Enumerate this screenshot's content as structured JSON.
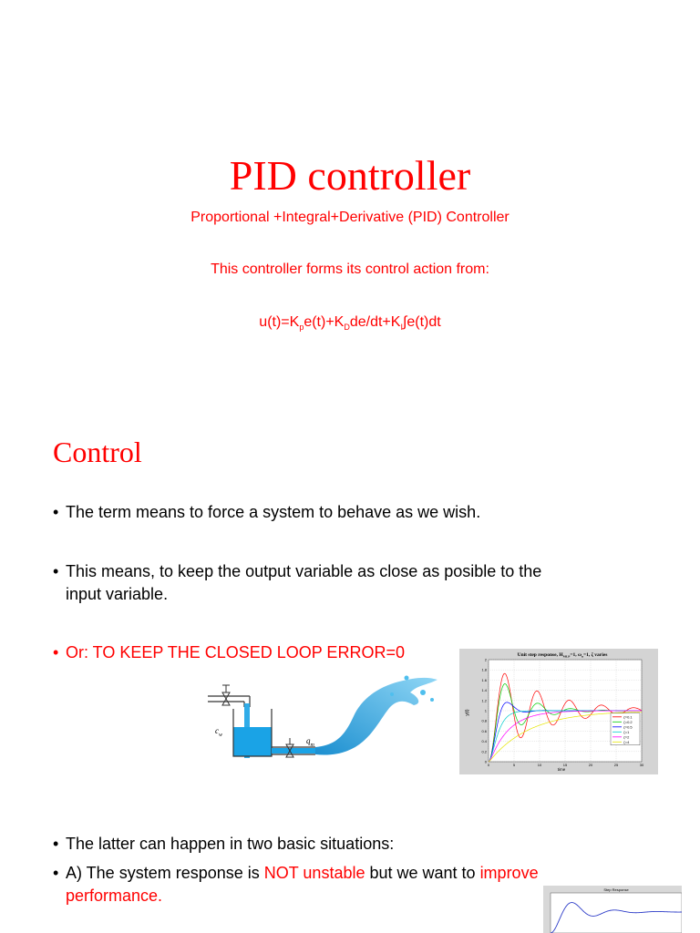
{
  "slide1": {
    "title": "PID controller",
    "subtitle": "Proportional +Integral+Derivative (PID) Controller",
    "description": "This controller forms its control action from:",
    "formula": {
      "p1": "u(t)=K",
      "s1": "p",
      "p2": "e(t)+K",
      "s2": "D",
      "p3": "de/dt+K",
      "s3": "I",
      "p4": "∫e(t)dt"
    }
  },
  "slide2": {
    "title": "Control",
    "bullets": [
      "The term means to force a system to behave as we wish.",
      "This means, to keep the output variable as close as posible to the",
      "input variable.",
      "Or: TO KEEP THE CLOSED LOOP ERROR=0"
    ],
    "tank_labels": {
      "inflow": "c",
      "inflow_sub": "w",
      "outflow": "q",
      "outflow_sub": "m"
    }
  },
  "chart_data": [
    {
      "type": "line",
      "title": "Unit step response, H",
      "title_sub": "MLP",
      "title_rest": "=1, ω",
      "title_sub2": "n",
      "title_end": "=1, ζ varies",
      "ylabel": "y(t)",
      "xlabel": "time",
      "ylim": [
        0,
        2
      ],
      "xlim": [
        0,
        30
      ],
      "yticks": [
        "0",
        "0.2",
        "0.4",
        "0.6",
        "0.8",
        "1",
        "1.2",
        "1.4",
        "1.6",
        "1.8",
        "2"
      ],
      "xticks": [
        "0",
        "5",
        "10",
        "15",
        "20",
        "25",
        "30"
      ],
      "grid": true,
      "legend_position": "bottom-right",
      "series": [
        {
          "name": "ζ=0.1",
          "zeta": 0.1,
          "color": "#ff0000"
        },
        {
          "name": "ζ=0.2",
          "zeta": 0.2,
          "color": "#00cc00"
        },
        {
          "name": "ζ=0.5",
          "zeta": 0.5,
          "color": "#0000ff"
        },
        {
          "name": "ζ=1",
          "zeta": 1.0,
          "color": "#00cccc"
        },
        {
          "name": "ζ=2",
          "zeta": 2.0,
          "color": "#ff00ff"
        },
        {
          "name": "ζ=4",
          "zeta": 4.0,
          "color": "#e6e600"
        }
      ]
    },
    {
      "type": "line",
      "title": "Step Response",
      "series": [
        {
          "zeta": 0.25,
          "color": "#2d3cc8"
        }
      ]
    }
  ],
  "slide3": {
    "bullet1": "The latter can happen in two basic situations:",
    "bullet2": {
      "a": "A) The system response is ",
      "b": "NOT unstable",
      "c": " but we want to ",
      "d": "improve",
      "e": "performance."
    }
  },
  "colors": {
    "accent": "#ff0000",
    "text": "#000000"
  }
}
